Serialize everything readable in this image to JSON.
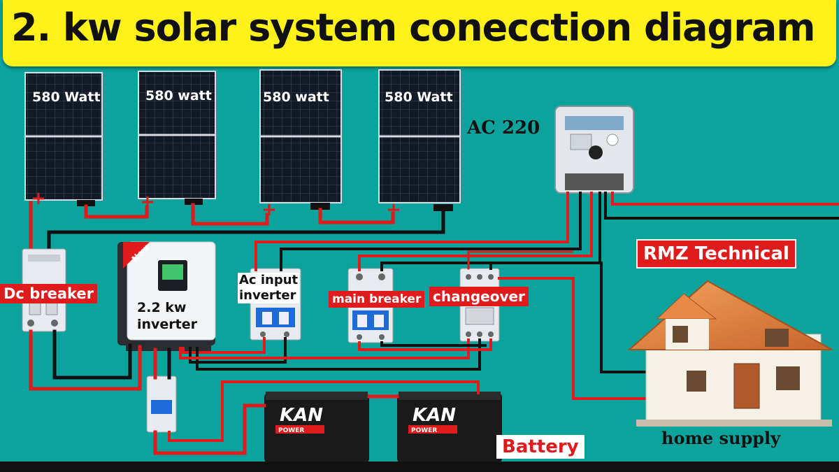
{
  "title": "2. kw solar system conecction diagram",
  "panels": [
    {
      "label": "580 Watt"
    },
    {
      "label": "580 watt"
    },
    {
      "label": "580 watt"
    },
    {
      "label": "580 Watt"
    }
  ],
  "meter_label": "AC 220",
  "brand": "RMZ Technical",
  "dc_breaker": "Dc breaker",
  "inverter": {
    "badge": "New",
    "line1": "2.2 kw",
    "line2": "inverter"
  },
  "ac_input": {
    "line1": "Ac input",
    "line2": "inverter"
  },
  "main_breaker": "main breaker",
  "changeover": "changeover",
  "battery_label": "Battery",
  "battery_brand": "KAN",
  "battery_model": "POWER",
  "home_label": "home supply",
  "polarity_plus": "+",
  "colors": {
    "background": "#0ba39b",
    "title_bg": "#fff21a",
    "wire_red": "#e01b1b",
    "wire_black": "#111111",
    "label_red": "#e01b1b"
  }
}
